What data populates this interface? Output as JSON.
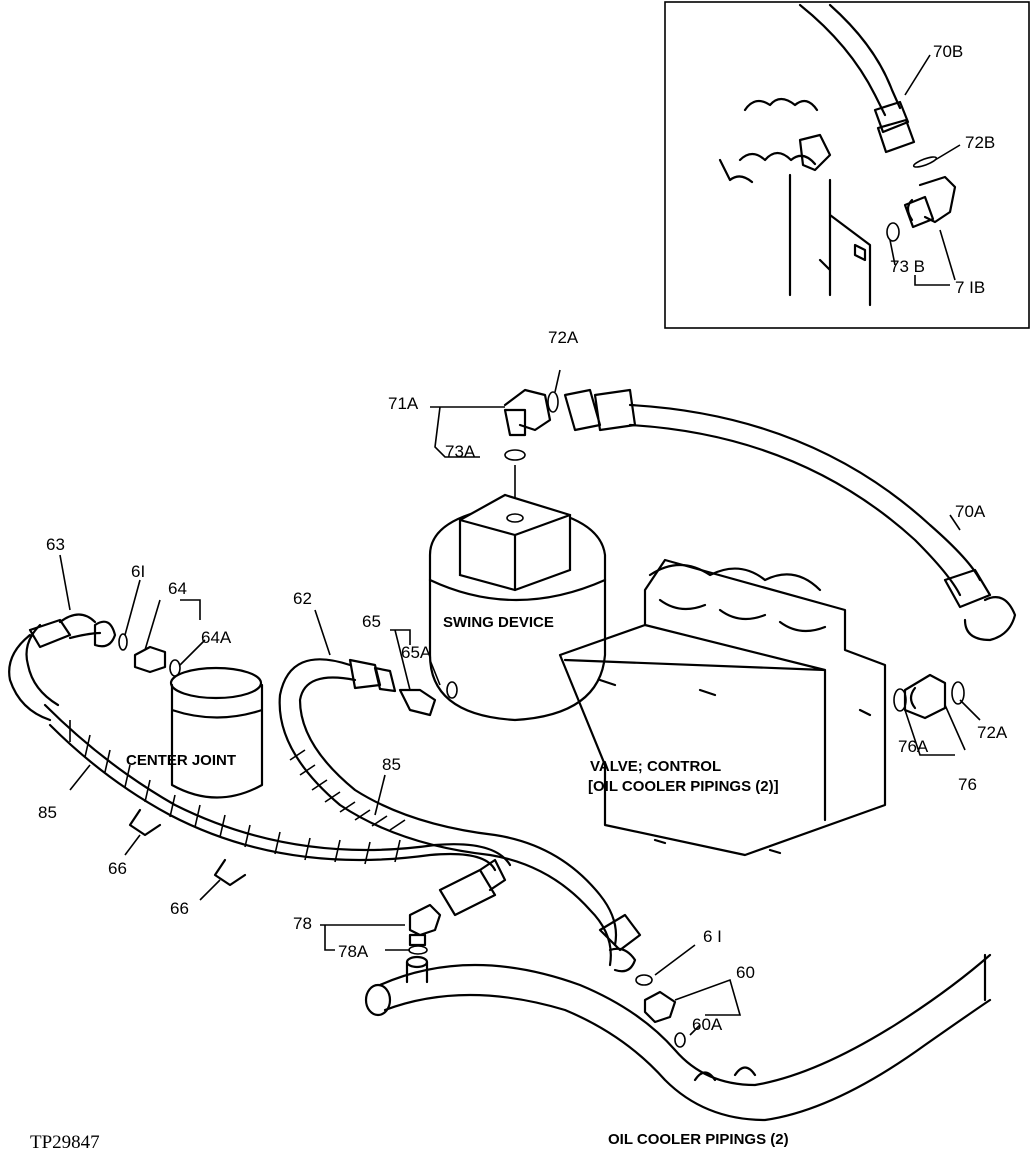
{
  "figure_id": "TP29847",
  "captions": {
    "swing_device": "SWING DEVICE",
    "center_joint": "CENTER JOINT",
    "valve_line1": "VALVE; CONTROL",
    "valve_line2": "[OIL COOLER PIPINGS (2)]",
    "bottom": "OIL COOLER PIPINGS (2)"
  },
  "callouts": {
    "c70B": "70B",
    "c72B": "72B",
    "c73B": "73 B",
    "c71B": "7 IB",
    "c72A_top": "72A",
    "c71A": "71A",
    "c73A": "73A",
    "c70A": "70A",
    "c72A_right": "72A",
    "c76A": "76A",
    "c76": "76",
    "c63": "63",
    "c61_left": "6I",
    "c64": "64",
    "c64A": "64A",
    "c62": "62",
    "c65": "65",
    "c65A": "65A",
    "c85_left": "85",
    "c85_mid": "85",
    "c66_a": "66",
    "c66_b": "66",
    "c78": "78",
    "c78A": "78A",
    "c61_right": "6 I",
    "c60": "60",
    "c60A": "60A"
  }
}
